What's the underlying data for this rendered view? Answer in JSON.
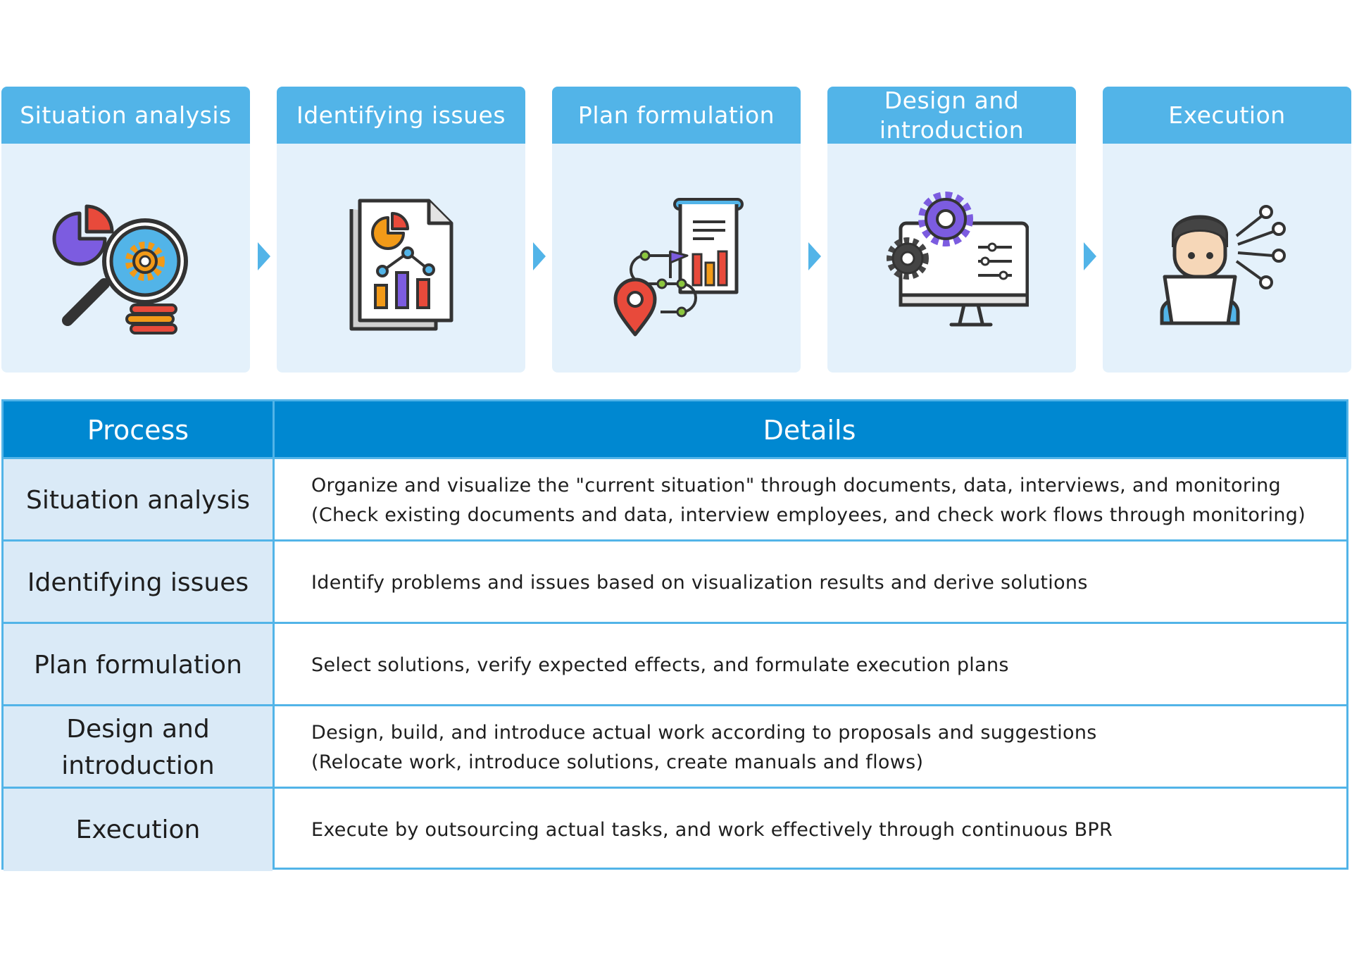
{
  "colors": {
    "step_header": "#52b4e8",
    "step_body": "#e4f1fb",
    "table_header": "#0088d1",
    "table_border": "#52b4e8",
    "process_cell": "#daeaf7"
  },
  "steps": [
    {
      "title_lines": [
        "Situation analysis"
      ],
      "icon": "magnifier-gear-chart-icon"
    },
    {
      "title_lines": [
        "Identifying issues"
      ],
      "icon": "report-document-chart-icon"
    },
    {
      "title_lines": [
        "Plan formulation"
      ],
      "icon": "plan-roadmap-icon"
    },
    {
      "title_lines": [
        "Design and",
        "introduction"
      ],
      "icon": "monitor-gears-settings-icon"
    },
    {
      "title_lines": [
        "Execution"
      ],
      "icon": "person-laptop-icon"
    }
  ],
  "table": {
    "headers": {
      "process": "Process",
      "details": "Details"
    },
    "rows": [
      {
        "process_lines": [
          "Situation analysis"
        ],
        "detail_lines": [
          "Organize and visualize the \"current situation\" through documents, data, interviews, and monitoring",
          "(Check existing documents and data, interview employees, and check work flows through monitoring)"
        ]
      },
      {
        "process_lines": [
          "Identifying issues"
        ],
        "detail_lines": [
          "Identify problems and issues based on visualization results and derive solutions"
        ]
      },
      {
        "process_lines": [
          "Plan formulation"
        ],
        "detail_lines": [
          "Select solutions, verify expected effects, and formulate execution plans"
        ]
      },
      {
        "process_lines": [
          "Design and",
          "introduction"
        ],
        "detail_lines": [
          "Design, build, and introduce actual work according to proposals and suggestions",
          "(Relocate work, introduce solutions, create manuals and flows)"
        ]
      },
      {
        "process_lines": [
          "Execution"
        ],
        "detail_lines": [
          "Execute by outsourcing actual tasks, and work effectively through continuous BPR"
        ]
      }
    ]
  }
}
